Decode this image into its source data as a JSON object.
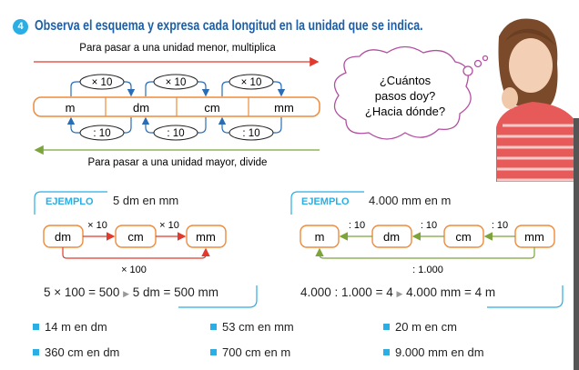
{
  "exercise": {
    "number": "4",
    "title": "Observa el esquema y expresa cada longitud en la unidad que se indica."
  },
  "scheme": {
    "top_note": "Para pasar a una unidad menor, multiplica",
    "bottom_note": "Para pasar a una unidad mayor, divide",
    "units": [
      "m",
      "dm",
      "cm",
      "mm"
    ],
    "multiply_label": "× 10",
    "divide_label": ": 10"
  },
  "thought_bubble": {
    "line1": "¿Cuántos",
    "line2": "pasos doy?",
    "line3": "¿Hacia dónde?"
  },
  "example1": {
    "label": "EJEMPLO",
    "prompt": "5 dm en mm",
    "boxes": [
      "dm",
      "cm",
      "mm"
    ],
    "step_label": "× 10",
    "total_label": "× 100",
    "equation": "5 × 100 = 500",
    "arrow": "▶",
    "result": "5 dm = 500 mm"
  },
  "example2": {
    "label": "EJEMPLO",
    "prompt": "4.000 mm en m",
    "boxes": [
      "m",
      "dm",
      "cm",
      "mm"
    ],
    "step_label": ": 10",
    "total_label": ": 1.000",
    "equation": "4.000 : 1.000 = 4",
    "arrow": "▶",
    "result": "4.000 mm = 4 m"
  },
  "tasks": [
    "14 m en dm",
    "53 cm en mm",
    "20 m en cm",
    "360 cm en dm",
    "700 cm en m",
    "9.000 mm en dm"
  ],
  "colors": {
    "title": "#1d5fa8",
    "accent": "#2aaee3",
    "orange": "#ef8a3a",
    "red": "#e03a2e",
    "green": "#7da43a",
    "blue": "#2a6db5"
  }
}
